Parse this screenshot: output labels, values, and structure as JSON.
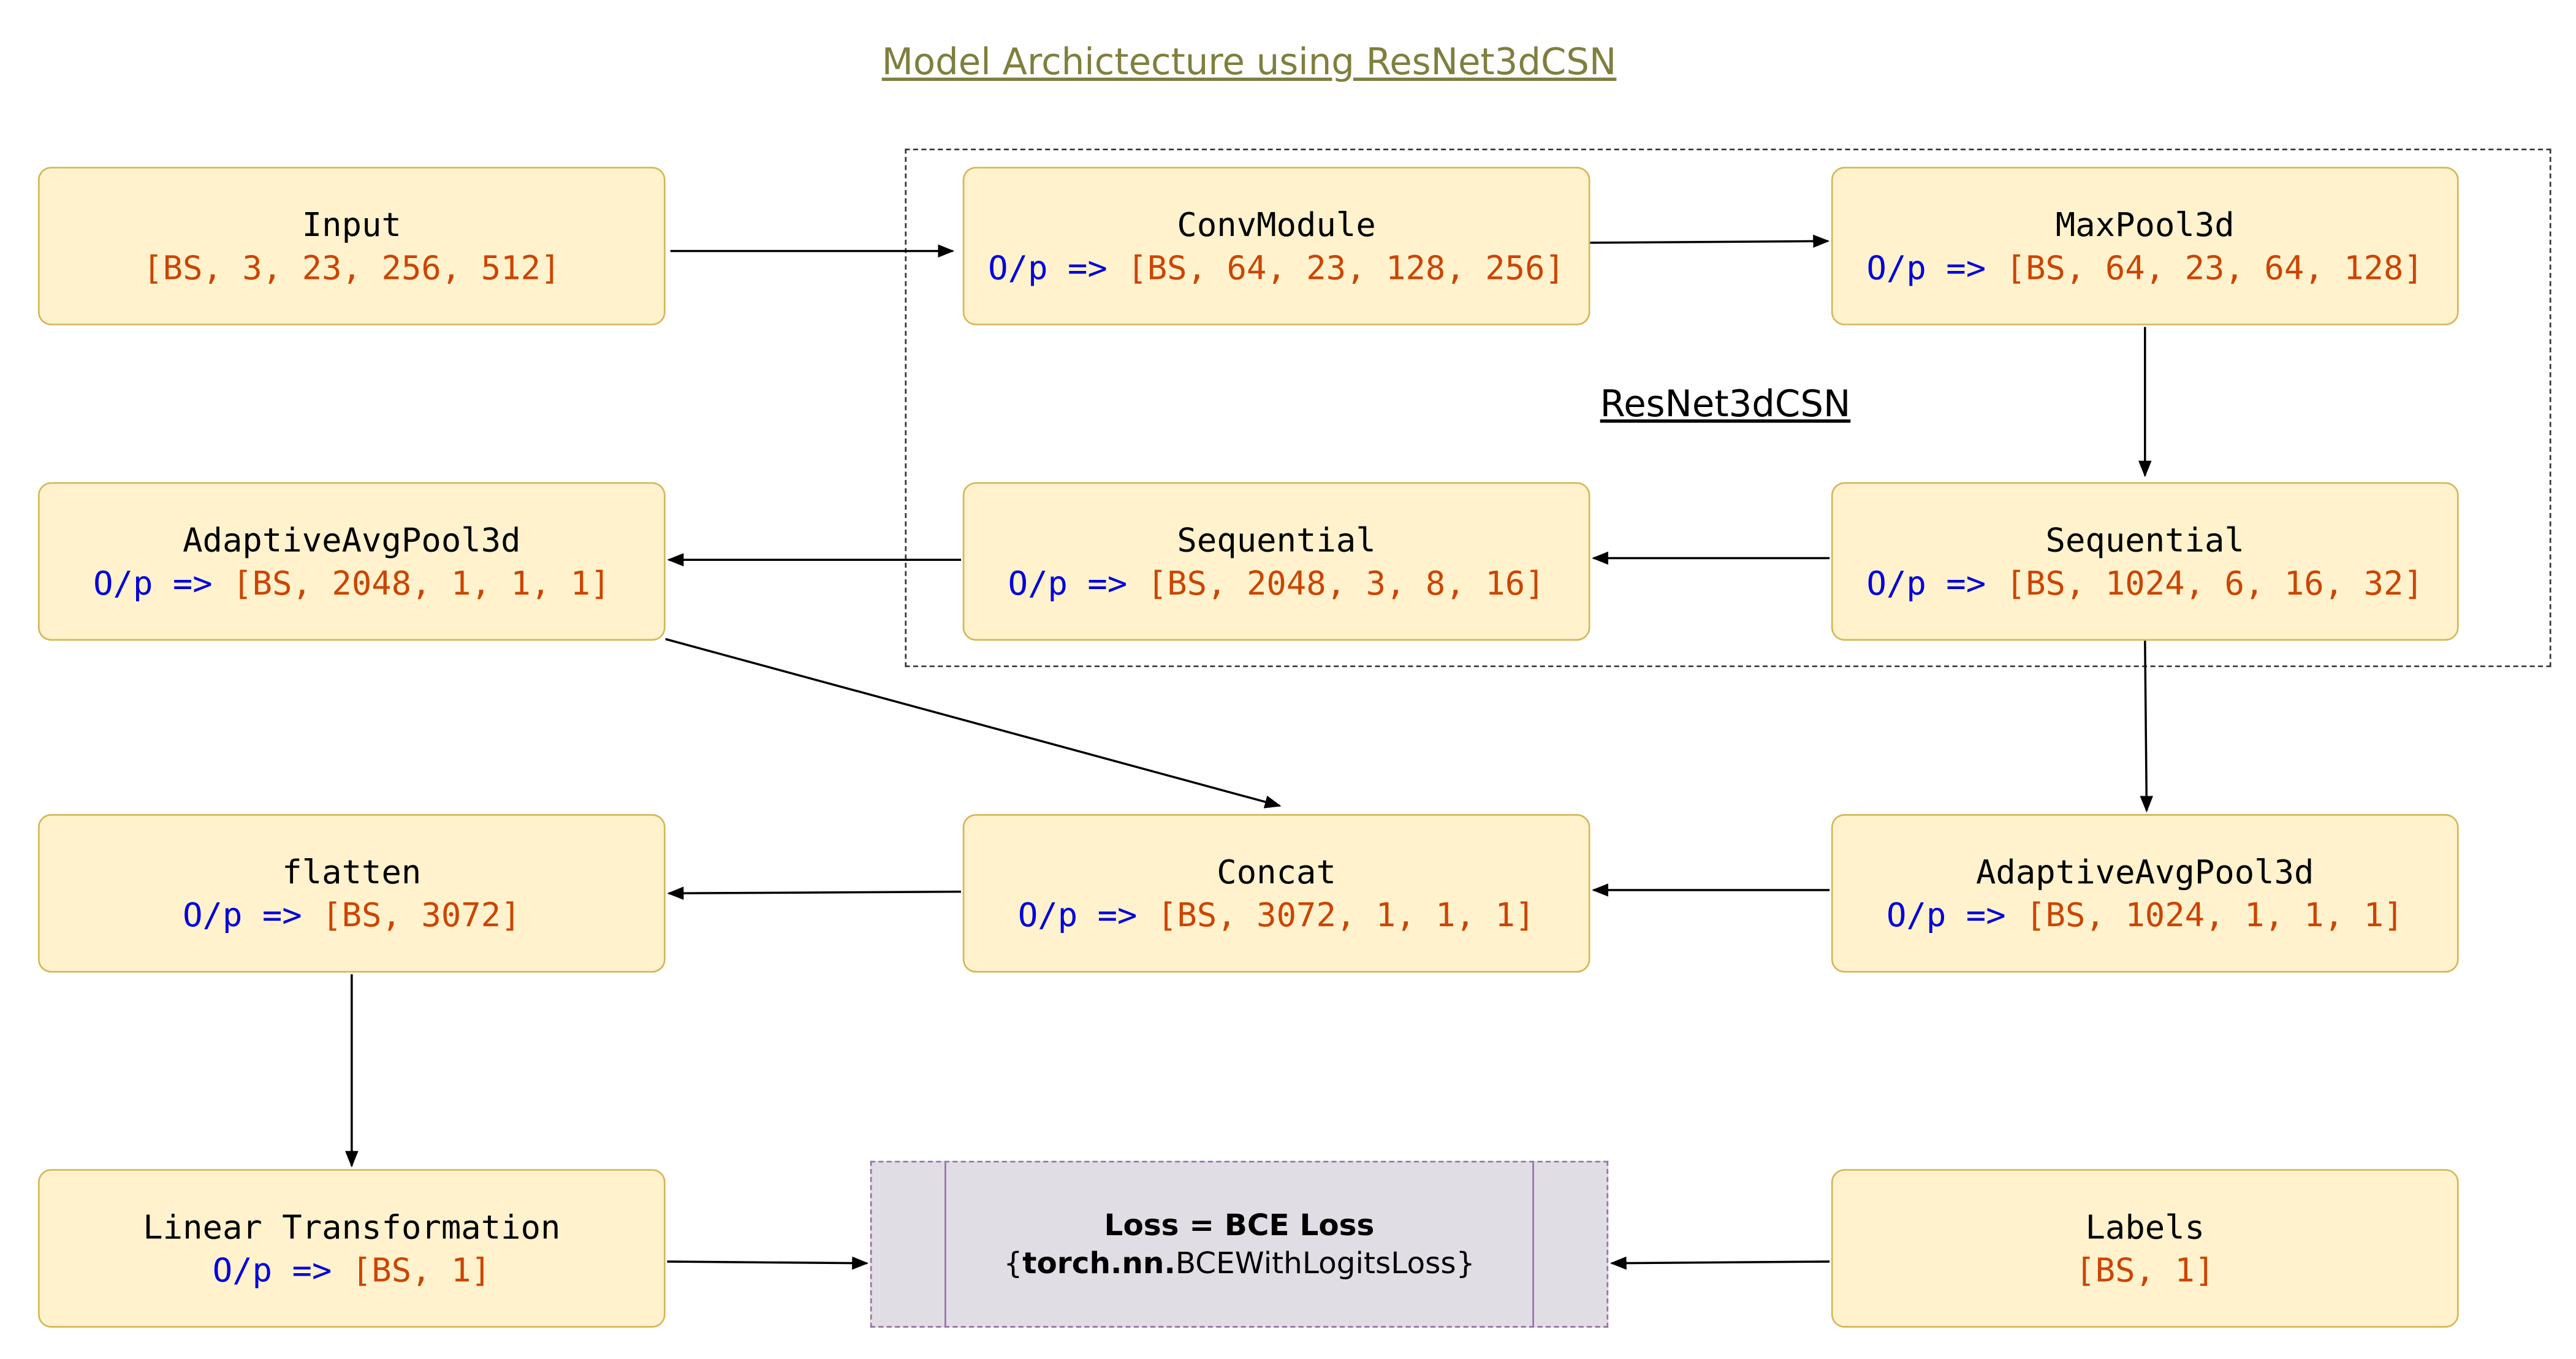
{
  "title": "Model Archictecture using ResNet3dCSN",
  "group": {
    "label": "ResNet3dCSN"
  },
  "op_prefix": "O/p => ",
  "nodes": {
    "input": {
      "name": "Input",
      "shape": "[BS, 3, 23, 256, 512]"
    },
    "conv_module": {
      "name": "ConvModule",
      "shape": "[BS, 64, 23, 128, 256]"
    },
    "maxpool3d": {
      "name": "MaxPool3d",
      "shape": "[BS, 64, 23, 64, 128]"
    },
    "sequential_1": {
      "name": "Sequential",
      "shape": "[BS, 1024, 6, 16, 32]"
    },
    "sequential_2": {
      "name": "Sequential",
      "shape": "[BS, 2048, 3, 8, 16]"
    },
    "adaptive_avgpool_2048": {
      "name": "AdaptiveAvgPool3d",
      "shape": "[BS, 2048, 1, 1, 1]"
    },
    "adaptive_avgpool_1024": {
      "name": "AdaptiveAvgPool3d",
      "shape": "[BS, 1024, 1, 1, 1]"
    },
    "concat": {
      "name": "Concat",
      "shape": "[BS, 3072, 1, 1, 1]"
    },
    "flatten": {
      "name": "flatten",
      "shape": "[BS, 3072]"
    },
    "linear": {
      "name": "Linear Transformation",
      "shape": "[BS, 1]"
    },
    "labels": {
      "name": "Labels",
      "shape": "[BS, 1]"
    }
  },
  "loss": {
    "title": "Loss = BCE Loss",
    "open_brace": "{",
    "module": "torch.nn.",
    "class_name": "BCEWithLogitsLoss",
    "close_brace": "}"
  },
  "edges": [
    {
      "from": "input",
      "to": "conv_module"
    },
    {
      "from": "conv_module",
      "to": "maxpool3d"
    },
    {
      "from": "maxpool3d",
      "to": "sequential_1"
    },
    {
      "from": "sequential_1",
      "to": "sequential_2"
    },
    {
      "from": "sequential_2",
      "to": "adaptive_avgpool_2048"
    },
    {
      "from": "sequential_1",
      "to": "adaptive_avgpool_1024"
    },
    {
      "from": "adaptive_avgpool_1024",
      "to": "concat"
    },
    {
      "from": "adaptive_avgpool_2048",
      "to": "concat"
    },
    {
      "from": "concat",
      "to": "flatten"
    },
    {
      "from": "flatten",
      "to": "linear"
    },
    {
      "from": "linear",
      "to": "loss"
    },
    {
      "from": "labels",
      "to": "loss"
    }
  ],
  "colors": {
    "node_fill": "#fff2cc",
    "node_border": "#d6b656",
    "op_text": "#0000dd",
    "shape_text": "#cc4400",
    "title_text": "#7f7f3e",
    "loss_fill": "#e1dde5",
    "loss_border": "#9673a6"
  }
}
